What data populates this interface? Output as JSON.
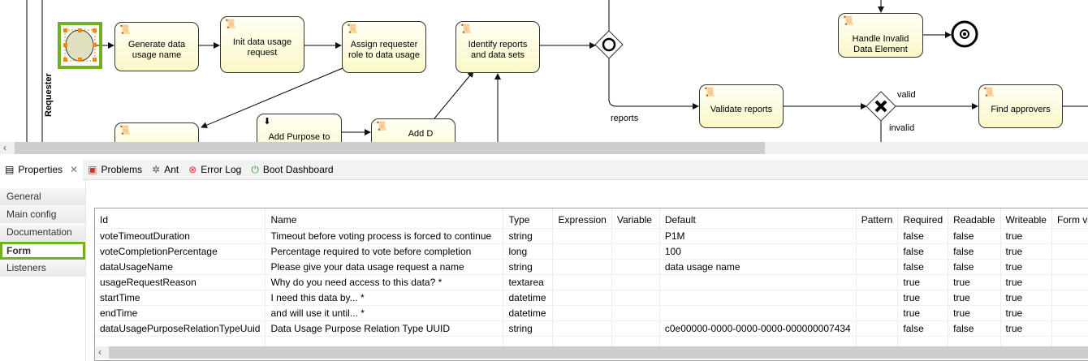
{
  "diagram": {
    "lane": "Requester",
    "tasks": [
      "Generate data usage name",
      "Init data usage request",
      "Assign requester role to data usage",
      "Identify reports and data sets",
      "Handle Invalid Data Element",
      "Validate reports",
      "Find approvers",
      "Add Purpose to the",
      "Add D"
    ],
    "flow_labels": {
      "reports": "reports",
      "valid": "valid",
      "invalid": "invalid"
    }
  },
  "view_tabs": [
    {
      "label": "Properties",
      "icon": "properties-icon",
      "active": true
    },
    {
      "label": "Problems",
      "icon": "problems-icon"
    },
    {
      "label": "Ant",
      "icon": "ant-icon"
    },
    {
      "label": "Error Log",
      "icon": "error-log-icon"
    },
    {
      "label": "Boot Dashboard",
      "icon": "boot-dashboard-icon"
    }
  ],
  "side_tabs": [
    "General",
    "Main config",
    "Documentation",
    "Form",
    "Listeners"
  ],
  "selected_side_tab": "Form",
  "accent_color": "#6fb11e",
  "form_table": {
    "columns": [
      "Id",
      "Name",
      "Type",
      "Expression",
      "Variable",
      "Default",
      "Pattern",
      "Required",
      "Readable",
      "Writeable",
      "Form values"
    ],
    "rows": [
      [
        "voteTimeoutDuration",
        "Timeout before voting process is forced to continue",
        "string",
        "",
        "",
        "P1M",
        "",
        "false",
        "false",
        "true",
        ""
      ],
      [
        "voteCompletionPercentage",
        "Percentage required to vote before completion",
        "long",
        "",
        "",
        "100",
        "",
        "false",
        "false",
        "true",
        ""
      ],
      [
        "dataUsageName",
        "Please give your data usage request a name",
        "string",
        "",
        "",
        "data usage name",
        "",
        "false",
        "false",
        "true",
        ""
      ],
      [
        "usageRequestReason",
        "Why do you need access to this data? *",
        "textarea",
        "",
        "",
        "",
        "",
        "true",
        "true",
        "true",
        ""
      ],
      [
        "startTime",
        "I need this data by... *",
        "datetime",
        "",
        "",
        "",
        "",
        "true",
        "true",
        "true",
        ""
      ],
      [
        "endTime",
        "and will use it until... *",
        "datetime",
        "",
        "",
        "",
        "",
        "true",
        "true",
        "true",
        ""
      ],
      [
        "dataUsagePurposeRelationTypeUuid",
        "Data Usage Purpose Relation Type UUID",
        "string",
        "",
        "",
        "c0e00000-0000-0000-0000-000000007434",
        "",
        "false",
        "false",
        "true",
        ""
      ]
    ]
  }
}
